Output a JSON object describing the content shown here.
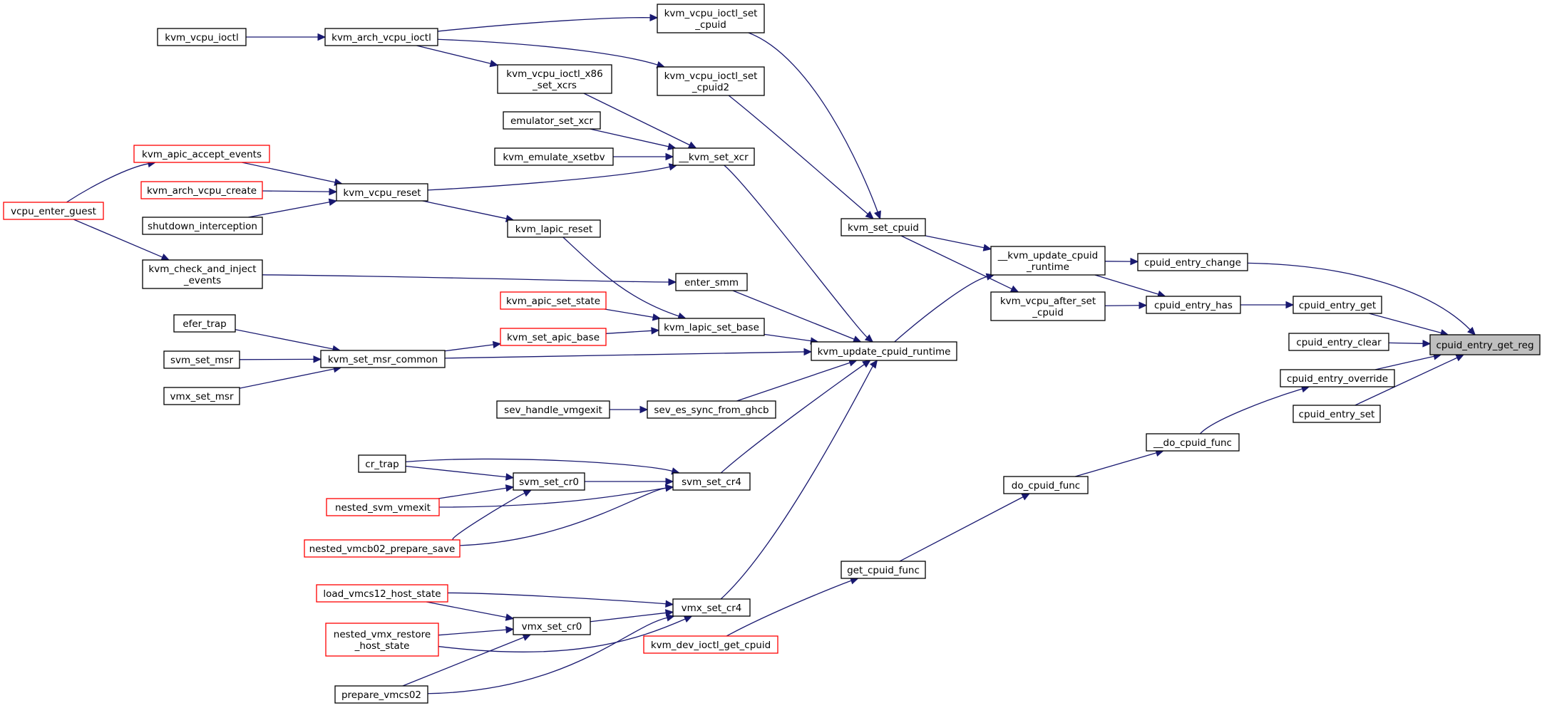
{
  "graph": {
    "focus_node": "cpuid_entry_get_reg",
    "nodes": [
      {
        "id": "cpuid_entry_get_reg",
        "lines": [
          "cpuid_entry_get_reg"
        ],
        "style": "focus"
      },
      {
        "id": "cpuid_entry_change",
        "lines": [
          "cpuid_entry_change"
        ],
        "style": "normal"
      },
      {
        "id": "cpuid_entry_get",
        "lines": [
          "cpuid_entry_get"
        ],
        "style": "normal"
      },
      {
        "id": "cpuid_entry_clear",
        "lines": [
          "cpuid_entry_clear"
        ],
        "style": "normal"
      },
      {
        "id": "cpuid_entry_override",
        "lines": [
          "cpuid_entry_override"
        ],
        "style": "normal"
      },
      {
        "id": "cpuid_entry_set",
        "lines": [
          "cpuid_entry_set"
        ],
        "style": "normal"
      },
      {
        "id": "__kvm_update_cpuid_runtime",
        "lines": [
          "__kvm_update_cpuid",
          "_runtime"
        ],
        "style": "normal"
      },
      {
        "id": "cpuid_entry_has",
        "lines": [
          "cpuid_entry_has"
        ],
        "style": "normal"
      },
      {
        "id": "__do_cpuid_func",
        "lines": [
          "__do_cpuid_func"
        ],
        "style": "normal"
      },
      {
        "id": "kvm_set_cpuid",
        "lines": [
          "kvm_set_cpuid"
        ],
        "style": "normal"
      },
      {
        "id": "kvm_vcpu_after_set_cpuid",
        "lines": [
          "kvm_vcpu_after_set",
          "_cpuid"
        ],
        "style": "normal"
      },
      {
        "id": "kvm_update_cpuid_runtime",
        "lines": [
          "kvm_update_cpuid_runtime"
        ],
        "style": "normal"
      },
      {
        "id": "do_cpuid_func",
        "lines": [
          "do_cpuid_func"
        ],
        "style": "normal"
      },
      {
        "id": "get_cpuid_func",
        "lines": [
          "get_cpuid_func"
        ],
        "style": "normal"
      },
      {
        "id": "kvm_dev_ioctl_get_cpuid",
        "lines": [
          "kvm_dev_ioctl_get_cpuid"
        ],
        "style": "red"
      },
      {
        "id": "kvm_vcpu_ioctl_set_cpuid",
        "lines": [
          "kvm_vcpu_ioctl_set",
          "_cpuid"
        ],
        "style": "normal"
      },
      {
        "id": "kvm_vcpu_ioctl_set_cpuid2",
        "lines": [
          "kvm_vcpu_ioctl_set",
          "_cpuid2"
        ],
        "style": "normal"
      },
      {
        "id": "kvm_arch_vcpu_ioctl",
        "lines": [
          "kvm_arch_vcpu_ioctl"
        ],
        "style": "normal"
      },
      {
        "id": "kvm_vcpu_ioctl",
        "lines": [
          "kvm_vcpu_ioctl"
        ],
        "style": "normal"
      },
      {
        "id": "kvm_vcpu_ioctl_x86_set_xcrs",
        "lines": [
          "kvm_vcpu_ioctl_x86",
          "_set_xcrs"
        ],
        "style": "normal"
      },
      {
        "id": "__kvm_set_xcr",
        "lines": [
          "__kvm_set_xcr"
        ],
        "style": "normal"
      },
      {
        "id": "emulator_set_xcr",
        "lines": [
          "emulator_set_xcr"
        ],
        "style": "normal"
      },
      {
        "id": "kvm_emulate_xsetbv",
        "lines": [
          "kvm_emulate_xsetbv"
        ],
        "style": "normal"
      },
      {
        "id": "kvm_vcpu_reset",
        "lines": [
          "kvm_vcpu_reset"
        ],
        "style": "normal"
      },
      {
        "id": "kvm_apic_accept_events",
        "lines": [
          "kvm_apic_accept_events"
        ],
        "style": "red"
      },
      {
        "id": "kvm_arch_vcpu_create",
        "lines": [
          "kvm_arch_vcpu_create"
        ],
        "style": "red"
      },
      {
        "id": "shutdown_interception",
        "lines": [
          "shutdown_interception"
        ],
        "style": "normal"
      },
      {
        "id": "vcpu_enter_guest",
        "lines": [
          "vcpu_enter_guest"
        ],
        "style": "red"
      },
      {
        "id": "kvm_check_and_inject_events",
        "lines": [
          "kvm_check_and_inject",
          "_events"
        ],
        "style": "normal"
      },
      {
        "id": "kvm_lapic_reset",
        "lines": [
          "kvm_lapic_reset"
        ],
        "style": "normal"
      },
      {
        "id": "enter_smm",
        "lines": [
          "enter_smm"
        ],
        "style": "normal"
      },
      {
        "id": "kvm_apic_set_state",
        "lines": [
          "kvm_apic_set_state"
        ],
        "style": "red"
      },
      {
        "id": "kvm_lapic_set_base",
        "lines": [
          "kvm_lapic_set_base"
        ],
        "style": "normal"
      },
      {
        "id": "kvm_set_apic_base",
        "lines": [
          "kvm_set_apic_base"
        ],
        "style": "red"
      },
      {
        "id": "kvm_set_msr_common",
        "lines": [
          "kvm_set_msr_common"
        ],
        "style": "normal"
      },
      {
        "id": "efer_trap",
        "lines": [
          "efer_trap"
        ],
        "style": "normal"
      },
      {
        "id": "svm_set_msr",
        "lines": [
          "svm_set_msr"
        ],
        "style": "normal"
      },
      {
        "id": "vmx_set_msr",
        "lines": [
          "vmx_set_msr"
        ],
        "style": "normal"
      },
      {
        "id": "sev_es_sync_from_ghcb",
        "lines": [
          "sev_es_sync_from_ghcb"
        ],
        "style": "normal"
      },
      {
        "id": "sev_handle_vmgexit",
        "lines": [
          "sev_handle_vmgexit"
        ],
        "style": "normal"
      },
      {
        "id": "svm_set_cr4",
        "lines": [
          "svm_set_cr4"
        ],
        "style": "normal"
      },
      {
        "id": "svm_set_cr0",
        "lines": [
          "svm_set_cr0"
        ],
        "style": "normal"
      },
      {
        "id": "cr_trap",
        "lines": [
          "cr_trap"
        ],
        "style": "normal"
      },
      {
        "id": "nested_svm_vmexit",
        "lines": [
          "nested_svm_vmexit"
        ],
        "style": "red"
      },
      {
        "id": "nested_vmcb02_prepare_save",
        "lines": [
          "nested_vmcb02_prepare_save"
        ],
        "style": "red"
      },
      {
        "id": "vmx_set_cr4",
        "lines": [
          "vmx_set_cr4"
        ],
        "style": "normal"
      },
      {
        "id": "vmx_set_cr0",
        "lines": [
          "vmx_set_cr0"
        ],
        "style": "normal"
      },
      {
        "id": "load_vmcs12_host_state",
        "lines": [
          "load_vmcs12_host_state"
        ],
        "style": "red"
      },
      {
        "id": "nested_vmx_restore_host_state",
        "lines": [
          "nested_vmx_restore",
          "_host_state"
        ],
        "style": "red"
      },
      {
        "id": "prepare_vmcs02",
        "lines": [
          "prepare_vmcs02"
        ],
        "style": "normal"
      }
    ],
    "edges": [
      {
        "from": "cpuid_entry_change",
        "to": "cpuid_entry_get_reg"
      },
      {
        "from": "cpuid_entry_get",
        "to": "cpuid_entry_get_reg"
      },
      {
        "from": "cpuid_entry_clear",
        "to": "cpuid_entry_get_reg"
      },
      {
        "from": "cpuid_entry_override",
        "to": "cpuid_entry_get_reg"
      },
      {
        "from": "cpuid_entry_set",
        "to": "cpuid_entry_get_reg"
      },
      {
        "from": "__kvm_update_cpuid_runtime",
        "to": "cpuid_entry_change"
      },
      {
        "from": "cpuid_entry_has",
        "to": "cpuid_entry_get"
      },
      {
        "from": "__do_cpuid_func",
        "to": "cpuid_entry_override"
      },
      {
        "from": "__kvm_update_cpuid_runtime",
        "to": "cpuid_entry_has"
      },
      {
        "from": "kvm_vcpu_after_set_cpuid",
        "to": "cpuid_entry_has"
      },
      {
        "from": "kvm_set_cpuid",
        "to": "__kvm_update_cpuid_runtime"
      },
      {
        "from": "kvm_update_cpuid_runtime",
        "to": "__kvm_update_cpuid_runtime"
      },
      {
        "from": "kvm_set_cpuid",
        "to": "kvm_vcpu_after_set_cpuid"
      },
      {
        "from": "do_cpuid_func",
        "to": "__do_cpuid_func"
      },
      {
        "from": "get_cpuid_func",
        "to": "do_cpuid_func"
      },
      {
        "from": "kvm_dev_ioctl_get_cpuid",
        "to": "get_cpuid_func"
      },
      {
        "from": "kvm_vcpu_ioctl_set_cpuid",
        "to": "kvm_set_cpuid"
      },
      {
        "from": "kvm_vcpu_ioctl_set_cpuid2",
        "to": "kvm_set_cpuid"
      },
      {
        "from": "kvm_arch_vcpu_ioctl",
        "to": "kvm_vcpu_ioctl_set_cpuid"
      },
      {
        "from": "kvm_arch_vcpu_ioctl",
        "to": "kvm_vcpu_ioctl_set_cpuid2"
      },
      {
        "from": "kvm_arch_vcpu_ioctl",
        "to": "kvm_vcpu_ioctl_x86_set_xcrs"
      },
      {
        "from": "kvm_vcpu_ioctl",
        "to": "kvm_arch_vcpu_ioctl"
      },
      {
        "from": "kvm_vcpu_ioctl_x86_set_xcrs",
        "to": "__kvm_set_xcr"
      },
      {
        "from": "emulator_set_xcr",
        "to": "__kvm_set_xcr"
      },
      {
        "from": "kvm_emulate_xsetbv",
        "to": "__kvm_set_xcr"
      },
      {
        "from": "kvm_vcpu_reset",
        "to": "__kvm_set_xcr"
      },
      {
        "from": "__kvm_set_xcr",
        "to": "kvm_update_cpuid_runtime"
      },
      {
        "from": "kvm_apic_accept_events",
        "to": "kvm_vcpu_reset"
      },
      {
        "from": "kvm_arch_vcpu_create",
        "to": "kvm_vcpu_reset"
      },
      {
        "from": "shutdown_interception",
        "to": "kvm_vcpu_reset"
      },
      {
        "from": "vcpu_enter_guest",
        "to": "kvm_apic_accept_events"
      },
      {
        "from": "vcpu_enter_guest",
        "to": "kvm_check_and_inject_events"
      },
      {
        "from": "kvm_vcpu_reset",
        "to": "kvm_lapic_reset"
      },
      {
        "from": "kvm_check_and_inject_events",
        "to": "enter_smm"
      },
      {
        "from": "kvm_lapic_reset",
        "to": "kvm_lapic_set_base"
      },
      {
        "from": "kvm_apic_set_state",
        "to": "kvm_lapic_set_base"
      },
      {
        "from": "kvm_set_apic_base",
        "to": "kvm_lapic_set_base"
      },
      {
        "from": "enter_smm",
        "to": "kvm_update_cpuid_runtime"
      },
      {
        "from": "kvm_lapic_set_base",
        "to": "kvm_update_cpuid_runtime"
      },
      {
        "from": "kvm_set_msr_common",
        "to": "kvm_set_apic_base"
      },
      {
        "from": "kvm_set_msr_common",
        "to": "kvm_update_cpuid_runtime"
      },
      {
        "from": "efer_trap",
        "to": "kvm_set_msr_common"
      },
      {
        "from": "svm_set_msr",
        "to": "kvm_set_msr_common"
      },
      {
        "from": "vmx_set_msr",
        "to": "kvm_set_msr_common"
      },
      {
        "from": "sev_es_sync_from_ghcb",
        "to": "kvm_update_cpuid_runtime"
      },
      {
        "from": "sev_handle_vmgexit",
        "to": "sev_es_sync_from_ghcb"
      },
      {
        "from": "svm_set_cr4",
        "to": "kvm_update_cpuid_runtime"
      },
      {
        "from": "vmx_set_cr4",
        "to": "kvm_update_cpuid_runtime"
      },
      {
        "from": "svm_set_cr0",
        "to": "svm_set_cr4"
      },
      {
        "from": "cr_trap",
        "to": "svm_set_cr4"
      },
      {
        "from": "cr_trap",
        "to": "svm_set_cr0"
      },
      {
        "from": "nested_svm_vmexit",
        "to": "svm_set_cr0"
      },
      {
        "from": "nested_svm_vmexit",
        "to": "svm_set_cr4"
      },
      {
        "from": "nested_vmcb02_prepare_save",
        "to": "svm_set_cr0"
      },
      {
        "from": "nested_vmcb02_prepare_save",
        "to": "svm_set_cr4"
      },
      {
        "from": "vmx_set_cr0",
        "to": "vmx_set_cr4"
      },
      {
        "from": "load_vmcs12_host_state",
        "to": "vmx_set_cr0"
      },
      {
        "from": "load_vmcs12_host_state",
        "to": "vmx_set_cr4"
      },
      {
        "from": "nested_vmx_restore_host_state",
        "to": "vmx_set_cr0"
      },
      {
        "from": "nested_vmx_restore_host_state",
        "to": "vmx_set_cr4"
      },
      {
        "from": "prepare_vmcs02",
        "to": "vmx_set_cr0"
      },
      {
        "from": "prepare_vmcs02",
        "to": "vmx_set_cr4"
      }
    ]
  }
}
